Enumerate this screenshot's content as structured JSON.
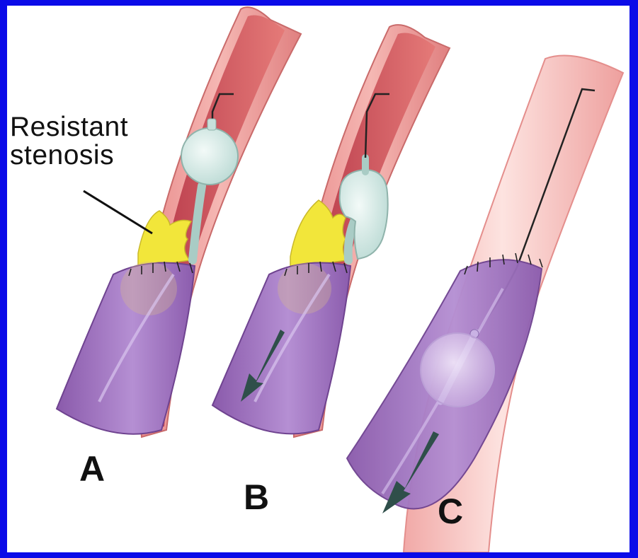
{
  "figure": {
    "callout": {
      "line1": "Resistant",
      "line2": "stenosis"
    },
    "panels": [
      {
        "label": "A"
      },
      {
        "label": "B"
      },
      {
        "label": "C"
      }
    ],
    "colors": {
      "border": "#0b0be8",
      "vessel": "#e07a7a",
      "vessel_lumen": "#c94a55",
      "graft": "#9c6bbf",
      "stenosis": "#f2e63a",
      "balloon": "#d6ece8",
      "arrow": "#2f4f4a"
    }
  }
}
